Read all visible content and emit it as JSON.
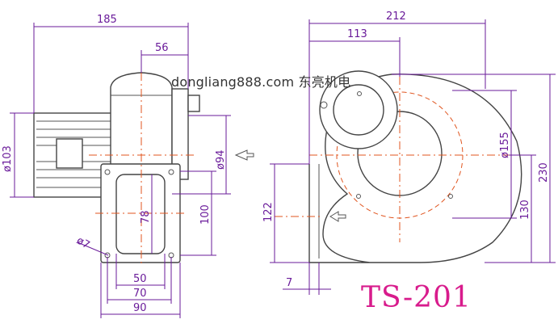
{
  "watermark": "dongliang888.com 东亮机电",
  "model": "TS-201",
  "side_view": {
    "dim_total_width": "185",
    "dim_56": "56",
    "dim_dia103": "ø103",
    "dim_dia94": "ø94",
    "dim_78": "78",
    "dim_100": "100",
    "dim_dia7": "ø7",
    "dim_50": "50",
    "dim_70": "70",
    "dim_90": "90"
  },
  "front_view": {
    "dim_212": "212",
    "dim_113": "113",
    "dim_dia155": "ø155",
    "dim_230": "230",
    "dim_130": "130",
    "dim_122": "122",
    "dim_7": "7"
  },
  "colors": {
    "dimension": "#6a1b9a",
    "centerline": "#e0551f",
    "model": "#d81b8c"
  },
  "icons": [
    "airflow-arrow-icon",
    "rotation-arrow-icon"
  ]
}
